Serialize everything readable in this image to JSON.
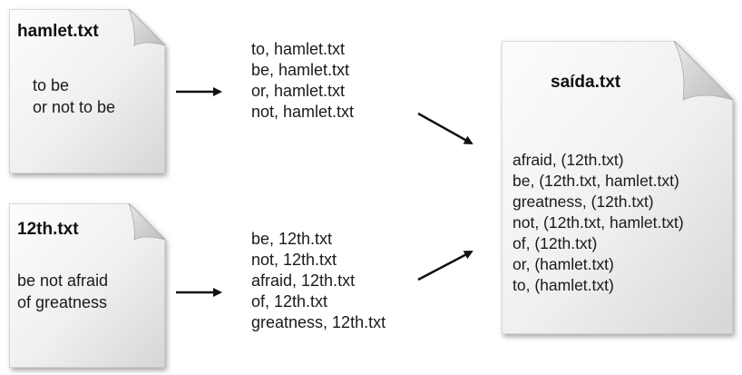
{
  "inputs": [
    {
      "title": "hamlet.txt",
      "lines": [
        "to be",
        "or not to be"
      ]
    },
    {
      "title": "12th.txt",
      "lines": [
        "be not afraid",
        "of greatness"
      ]
    }
  ],
  "map_outputs": [
    {
      "lines": [
        "to, hamlet.txt",
        "be, hamlet.txt",
        "or, hamlet.txt",
        "not, hamlet.txt"
      ]
    },
    {
      "lines": [
        "be, 12th.txt",
        "not, 12th.txt",
        "afraid, 12th.txt",
        "of, 12th.txt",
        "greatness, 12th.txt"
      ]
    }
  ],
  "output": {
    "title": "saída.txt",
    "lines": [
      "afraid, (12th.txt)",
      "be, (12th.txt, hamlet.txt)",
      "greatness, (12th.txt)",
      "not, (12th.txt, hamlet.txt)",
      "of, (12th.txt)",
      "or, (hamlet.txt)",
      "to, (hamlet.txt)"
    ]
  },
  "colors": {
    "paper_light": "#f7f7f7",
    "paper_dark": "#d9d9d9",
    "fold": "#c8c8c8",
    "arrow": "#111111"
  }
}
